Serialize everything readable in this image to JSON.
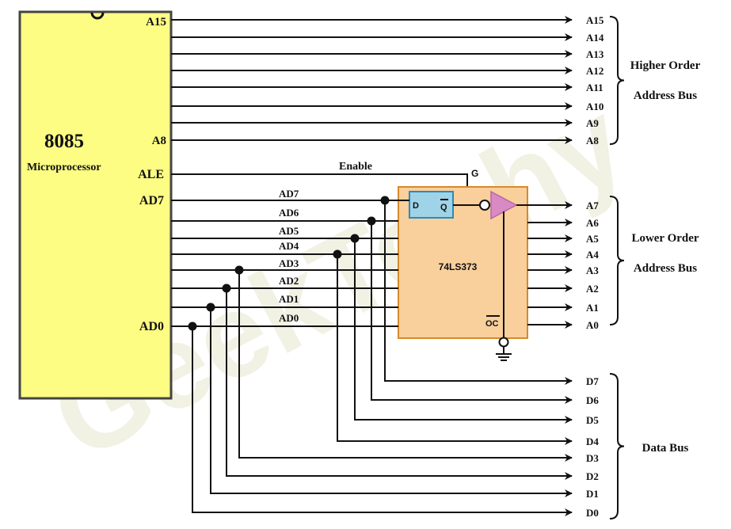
{
  "colors": {
    "cpu_fill": "#fdfd84",
    "cpu_border": "#444444",
    "latch_fill": "#f9cf9c",
    "latch_border": "#d68a2a",
    "ff_fill": "#9fd3e8",
    "ff_border": "#2f8ab5",
    "buffer_fill": "#d98ac4",
    "watermark": "#f1f1e4"
  },
  "watermark": "GeekTechy",
  "cpu": {
    "title": "8085",
    "subtitle": "Microprocessor",
    "pins": {
      "a15": "A15",
      "a8": "A8",
      "ale": "ALE",
      "ad7": "AD7",
      "ad0": "AD0"
    }
  },
  "enable_label": "Enable",
  "latch": {
    "name": "74LS373",
    "g_label": "G",
    "d_label": "D",
    "q_label": "Q",
    "oc_label": "OC"
  },
  "ad_lines": [
    "AD7",
    "AD6",
    "AD5",
    "AD4",
    "AD3",
    "AD2",
    "AD1",
    "AD0"
  ],
  "higher_outputs": [
    "A15",
    "A14",
    "A13",
    "A12",
    "A11",
    "A10",
    "A9",
    "A8"
  ],
  "lower_outputs": [
    "A7",
    "A6",
    "A5",
    "A4",
    "A3",
    "A2",
    "A1",
    "A0"
  ],
  "data_outputs": [
    "D7",
    "D6",
    "D5",
    "D4",
    "D3",
    "D2",
    "D1",
    "D0"
  ],
  "groups": {
    "higher": [
      "Higher Order",
      "Address Bus"
    ],
    "lower": [
      "Lower Order",
      "Address Bus"
    ],
    "data": [
      "Data Bus"
    ]
  }
}
